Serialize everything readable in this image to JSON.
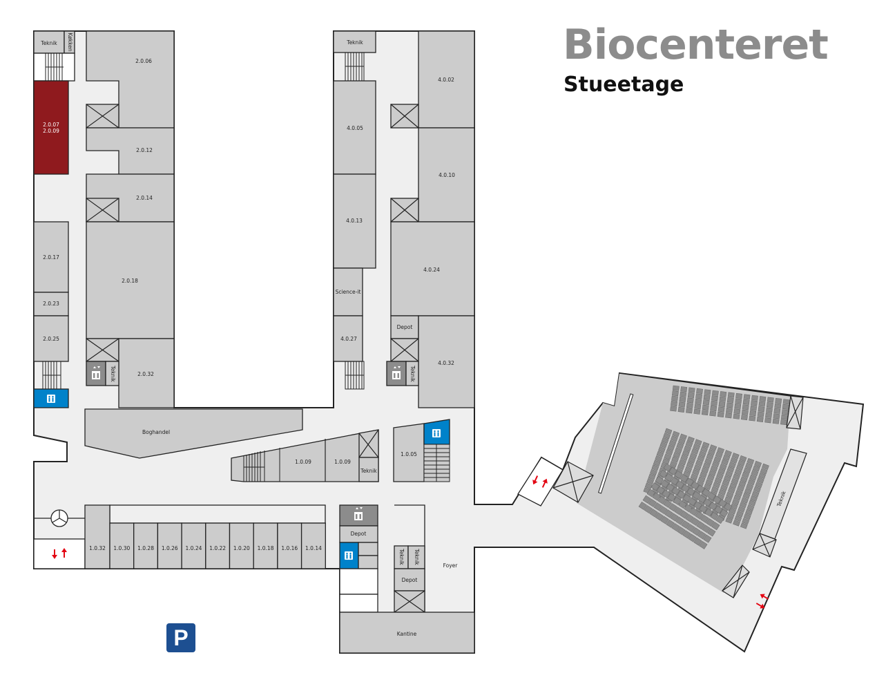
{
  "header": {
    "title": "Biocenteret",
    "subtitle": "Stueetage"
  },
  "parking": {
    "label": "P"
  },
  "colors": {
    "highlight": "#8f1a1e",
    "wc_blue": "#0082ca",
    "room": "#cccccc",
    "corridor": "#efefef",
    "title_gray": "#8c8c8c",
    "exit_arrow": "#e30613",
    "parking": "#1d4f91"
  },
  "left_wing": {
    "teknik": "Teknik",
    "kokken": "Køkken",
    "highlight_room_a": "2.0.07",
    "highlight_room_b": "2.0.09",
    "r2006": "2.0.06",
    "r2012": "2.0.12",
    "r2014": "2.0.14",
    "r2017": "2.0.17",
    "r2023": "2.0.23",
    "r2025": "2.0.25",
    "r2018": "2.0.18",
    "r2032": "2.0.32",
    "teknik2": "Teknik"
  },
  "right_wing": {
    "teknik": "Teknik",
    "r4005": "4.0.05",
    "r4002": "4.0.02",
    "r4010": "4.0.10",
    "r4013": "4.0.13",
    "science": "Science-it",
    "r4027": "4.0.27",
    "r4024": "4.0.24",
    "depot": "Depot",
    "r4032": "4.0.32",
    "teknik2": "Teknik"
  },
  "middle": {
    "boghandel": "Boghandel",
    "r1009a": "1.0.09",
    "r1009b": "1.0.09",
    "teknik": "Teknik",
    "r1005": "1.0.05",
    "bottom_rooms": [
      "1.0.32",
      "1.0.30",
      "1.0.28",
      "1.0.26",
      "1.0.24",
      "1.0.22",
      "1.0.20",
      "1.0.18",
      "1.0.16",
      "1.0.14"
    ],
    "depot1": "Depot",
    "teknik_a": "Teknik",
    "teknik_b": "Teknik",
    "depot2": "Depot",
    "foyer": "Foyer",
    "kantine": "Kantine"
  },
  "auditorium": {
    "teknik": "Teknik"
  }
}
